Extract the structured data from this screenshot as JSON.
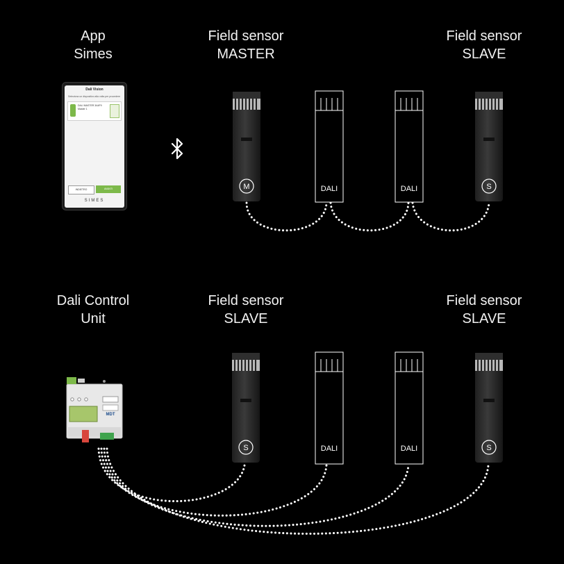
{
  "labels": {
    "app": {
      "line1": "App",
      "line2": "Simes"
    },
    "master": {
      "line1": "Field sensor",
      "line2": "MASTER"
    },
    "slave_top": {
      "line1": "Field sensor",
      "line2": "SLAVE"
    },
    "control_unit": {
      "line1": "Dali Control",
      "line2": "Unit"
    },
    "slave_bottom_left": {
      "line1": "Field sensor",
      "line2": "SLAVE"
    },
    "slave_bottom_right": {
      "line1": "Field sensor",
      "line2": "SLAVE"
    }
  },
  "devices": {
    "dali_label": "DALI",
    "master_mark": "M",
    "slave_mark": "S"
  },
  "phone": {
    "header": "Dali Vision",
    "intro": "Seleziona un dispositivo alla volta per procedere",
    "card_title": "DALI MASTER 3A4F9",
    "card_sub": "Master 1",
    "button_left": "INDIETRO",
    "button_right": "AVANTI",
    "brand": "SIMES"
  },
  "control_unit": {
    "brand": "MDT"
  },
  "icons": {
    "connection": "bluetooth-icon"
  },
  "colors": {
    "background": "#000000",
    "link": "#ffffff",
    "accent": "#7db94a"
  }
}
